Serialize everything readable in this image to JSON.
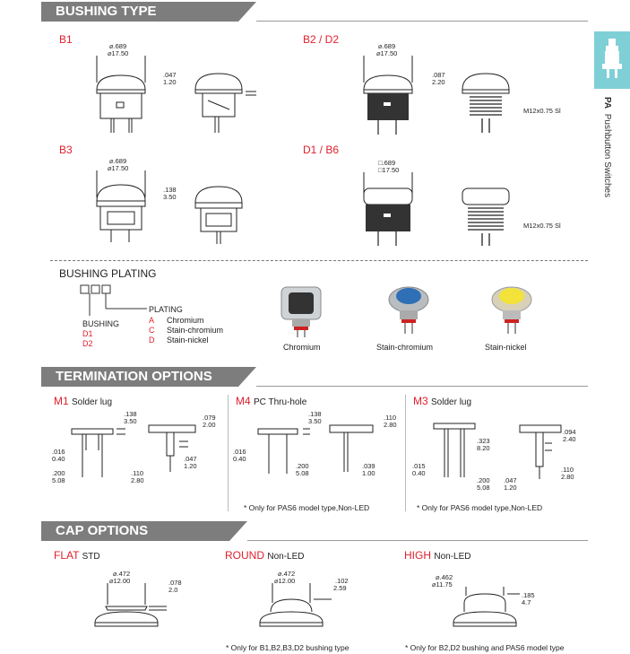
{
  "side_tab": {
    "code": "PA",
    "label": "Pushbutton Switches"
  },
  "bushing": {
    "title": "BUSHING TYPE",
    "items": [
      {
        "label": "B1",
        "dia_in": "⌀.689",
        "dia_mm": "⌀17.50",
        "h_in": ".047",
        "h_mm": "1.20"
      },
      {
        "label": "B2 / D2",
        "dia_in": "⌀.689",
        "dia_mm": "⌀17.50",
        "h_in": ".087",
        "h_mm": "2.20",
        "thread": "M12x0.75 Sl"
      },
      {
        "label": "B3",
        "dia_in": "⌀.689",
        "dia_mm": "⌀17.50",
        "h_in": ".138",
        "h_mm": "3.50"
      },
      {
        "label": "D1 / B6",
        "dia_in": "□.689",
        "dia_mm": "□17.50",
        "thread": "M12x0.75 Sl"
      }
    ]
  },
  "plating": {
    "title": "BUSHING  PLATING",
    "plating_label": "PLATING",
    "bushing_label": "BUSHING",
    "bushing_codes": [
      "D1",
      "D2"
    ],
    "options": [
      {
        "code": "A",
        "name": "Chromium"
      },
      {
        "code": "C",
        "name": "Stain-chromium"
      },
      {
        "code": "D",
        "name": "Stain-nickel"
      }
    ],
    "photos": [
      {
        "caption": "Chromium",
        "cap_color": "#3a3a3a"
      },
      {
        "caption": "Stain-chromium",
        "cap_color": "#2f6fb5"
      },
      {
        "caption": "Stain-nickel",
        "cap_color": "#f2e23a"
      }
    ]
  },
  "termination": {
    "title": "TERMINATION OPTIONS",
    "groups": [
      {
        "code": "M1",
        "name": "Solder lug",
        "dims": [
          ".138",
          "3.50",
          ".079",
          "2.00",
          ".016",
          "0.40",
          ".047",
          "1.20",
          ".200",
          "5.08",
          ".110",
          "2.80"
        ]
      },
      {
        "code": "M4",
        "name": "PC Thru-hole",
        "dims": [
          ".138",
          "3.50",
          ".110",
          "2.80",
          ".016",
          "0.40",
          ".200",
          "5.08",
          ".039",
          "1.00"
        ],
        "note": "* Only for PAS6 model type,Non-LED"
      },
      {
        "code": "M3",
        "name": "Solder lug",
        "dims": [
          ".323",
          "8.20",
          ".094",
          "2.40",
          ".015",
          "0.40",
          ".200",
          "5.08",
          ".047",
          "1.20",
          ".110",
          "2.80"
        ],
        "note": "* Only for PAS6 model type,Non-LED"
      }
    ]
  },
  "cap": {
    "title": "CAP OPTIONS",
    "items": [
      {
        "code": "FLAT",
        "name": "STD",
        "dia_in": "⌀.472",
        "dia_mm": "⌀12.00",
        "h_in": ".078",
        "h_mm": "2.0"
      },
      {
        "code": "ROUND",
        "name": "Non-LED",
        "dia_in": "⌀.472",
        "dia_mm": "⌀12.00",
        "h_in": ".102",
        "h_mm": "2.59",
        "note": "* Only for B1,B2,B3,D2 bushing type"
      },
      {
        "code": "HIGH",
        "name": "Non-LED",
        "dia_in": "⌀.462",
        "dia_mm": "⌀11.75",
        "h_in": ".185",
        "h_mm": "4.7",
        "note": "* Only for B2,D2 bushing and PAS6 model type"
      }
    ]
  }
}
